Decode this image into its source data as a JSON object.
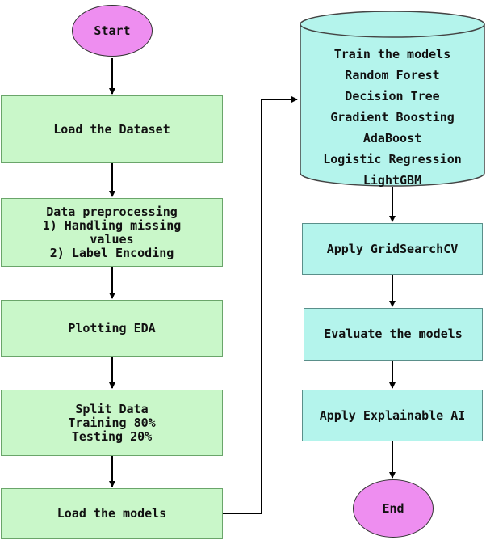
{
  "nodes": {
    "start": "Start",
    "load_dataset": "Load the Dataset",
    "preprocessing": [
      "Data preprocessing",
      "1) Handling missing",
      "values",
      "2) Label Encoding"
    ],
    "plotting": "Plotting EDA",
    "split": [
      "Split Data",
      "Training 80%",
      "Testing 20%"
    ],
    "load_models": "Load the models",
    "train": [
      "Train the models",
      "Random Forest",
      "Decision Tree",
      "Gradient Boosting",
      "AdaBoost",
      "Logistic Regression",
      "LightGBM"
    ],
    "gridsearch": "Apply GridSearchCV",
    "evaluate": "Evaluate the models",
    "explainable": "Apply Explainable AI",
    "end": "End"
  },
  "colors": {
    "process_fill": "#c9f7c9",
    "model_fill": "#b4f4ec",
    "terminal_fill": "#ee8ef0",
    "arrow": "#000000"
  }
}
